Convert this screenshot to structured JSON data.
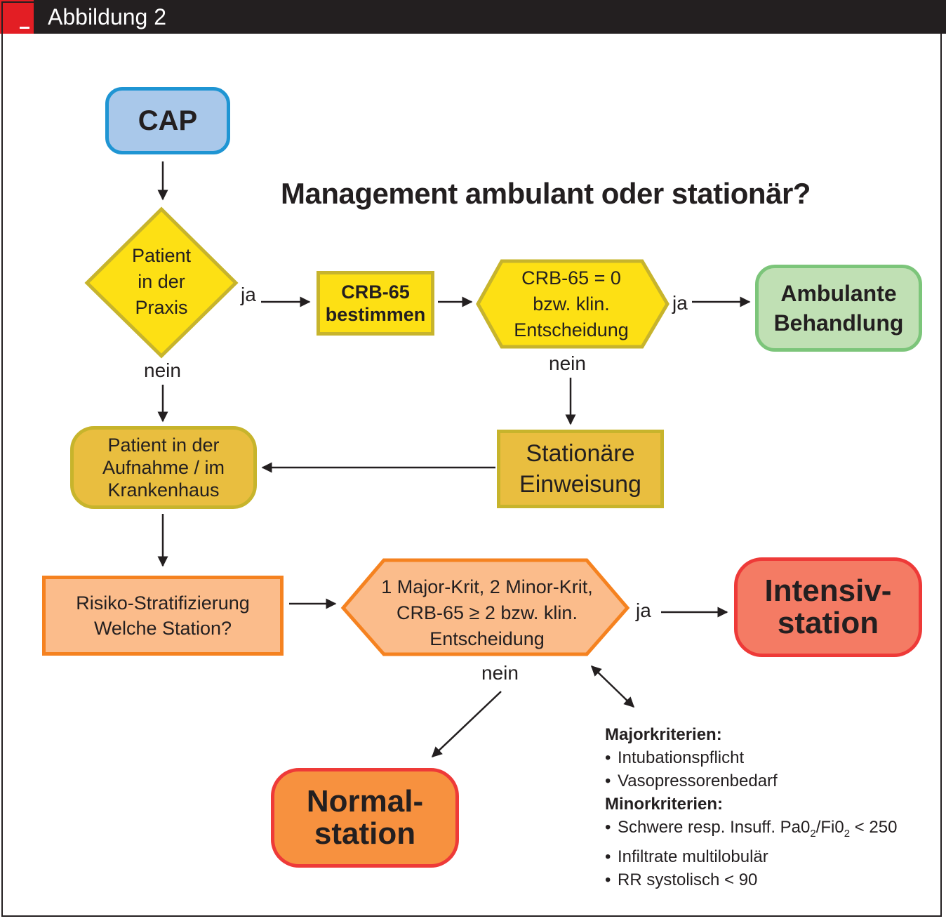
{
  "header": {
    "title": "Abbildung 2"
  },
  "title": "Management ambulant oder stationär?",
  "nodes": {
    "cap": "CAP",
    "patient_praxis": [
      "Patient",
      "in der",
      "Praxis"
    ],
    "crb_bestimmen": [
      "CRB-65",
      "bestimmen"
    ],
    "crb_zero": [
      "CRB-65 = 0",
      "bzw. klin.",
      "Entscheidung"
    ],
    "ambulant": [
      "Ambulante",
      "Behandlung"
    ],
    "patient_aufnahme": [
      "Patient in der",
      "Aufnahme / im",
      "Krankenhaus"
    ],
    "stationaere": [
      "Stationäre",
      "Einweisung"
    ],
    "risiko": [
      "Risiko-Stratifizierung",
      "Welche Station?"
    ],
    "kriterien": [
      "1 Major-Krit, 2 Minor-Krit,",
      "CRB-65 ≥ 2 bzw. klin.",
      "Entscheidung"
    ],
    "intensiv": [
      "Intensiv-",
      "station"
    ],
    "normal": [
      "Normal-",
      "station"
    ]
  },
  "edge_labels": {
    "ja_1": "ja",
    "ja_2": "ja",
    "ja_3": "ja",
    "nein_1": "nein",
    "nein_2": "nein",
    "nein_3": "nein"
  },
  "criteria": {
    "major_heading": "Majorkriterien:",
    "major_items": [
      "Intubationspflicht",
      "Vasopressorenbedarf"
    ],
    "minor_heading": "Minorkriterien:",
    "minor_item_1": {
      "prefix": "Schwere resp. Insuff. Pa0",
      "sub1": "2",
      "mid": "/Fi0",
      "sub2": "2",
      "suffix": " < 250"
    },
    "minor_items": [
      "Infiltrate multilobulär",
      "RR systolisch < 90"
    ]
  },
  "colors": {
    "header_bg": "#231f20",
    "header_accent": "#e31e24",
    "cap_fill": "#a9c8ea",
    "cap_border": "#1f95d3",
    "yellow_fill": "#fde014",
    "yellow_border": "#c7b42c",
    "gold_fill": "#e9be3f",
    "green_fill": "#c0e0b4",
    "green_border": "#7cc57a",
    "peach_fill": "#fbbc8b",
    "orange_border": "#f58220",
    "red_fill": "#f47b64",
    "red_border": "#ee3a38",
    "orange_fill": "#f7913f"
  }
}
